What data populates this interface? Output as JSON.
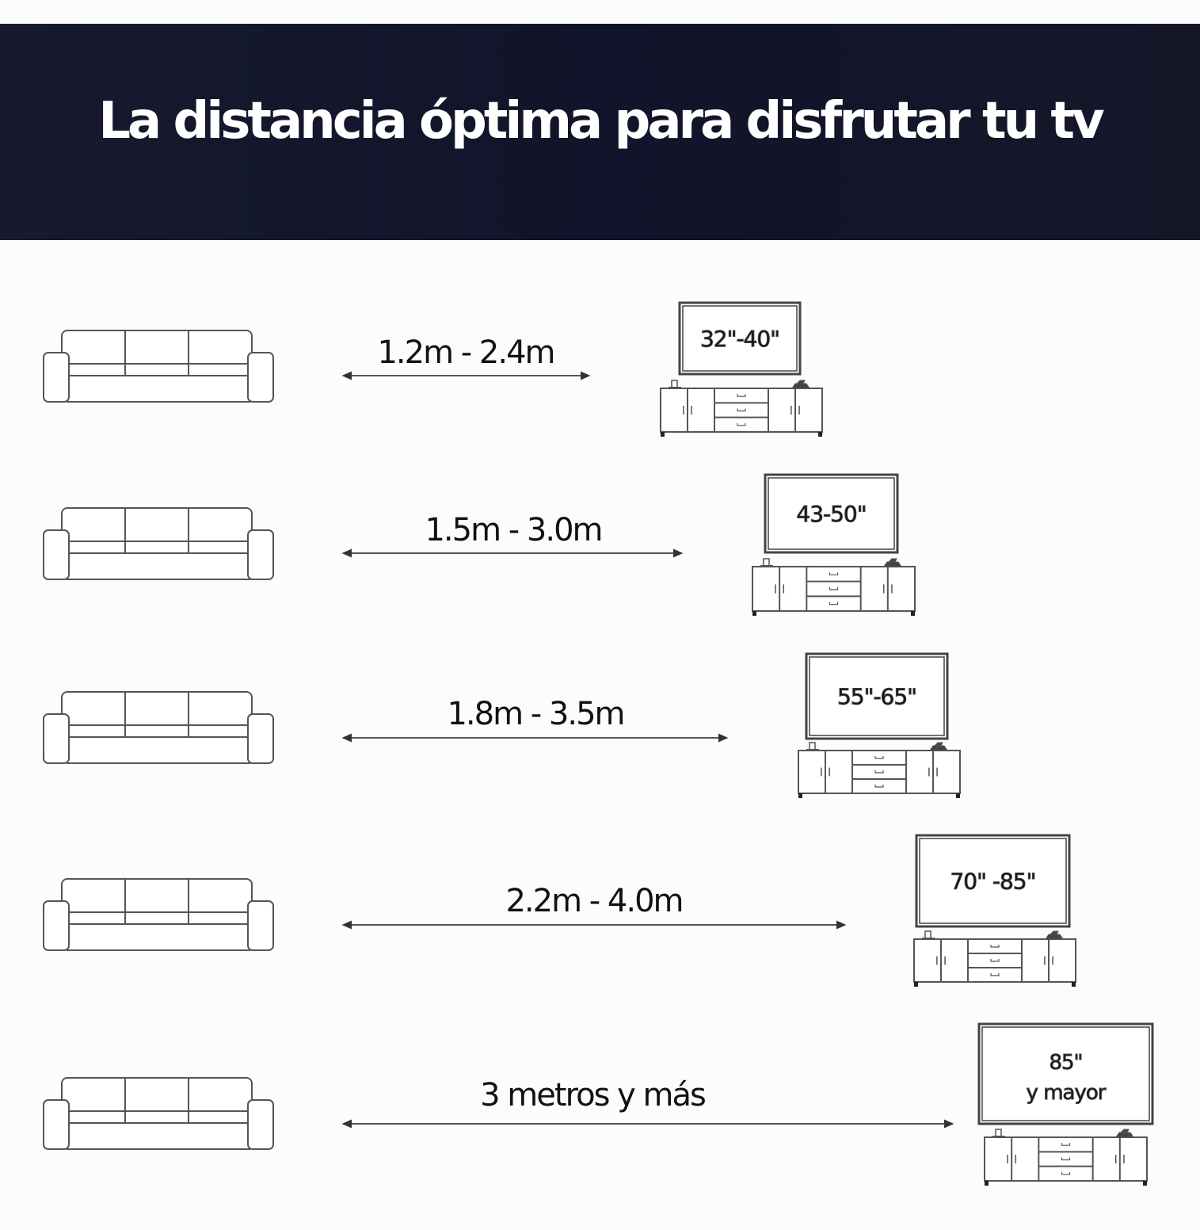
{
  "title": "La distancia óptima para disfrutar tu tv",
  "colors": {
    "banner": "#151829",
    "line": "#555555",
    "text": "#111111"
  },
  "rows": [
    {
      "distance": "1.2m - 2.4m",
      "tv_size": [
        "32\"-40\""
      ]
    },
    {
      "distance": "1.5m - 3.0m",
      "tv_size": [
        "43-50\""
      ]
    },
    {
      "distance": "1.8m - 3.5m",
      "tv_size": [
        "55\"-65\""
      ]
    },
    {
      "distance": "2.2m - 4.0m",
      "tv_size": [
        "70\" -85\""
      ]
    },
    {
      "distance": "3 metros y más",
      "tv_size": [
        "85\"",
        "y mayor"
      ]
    }
  ]
}
